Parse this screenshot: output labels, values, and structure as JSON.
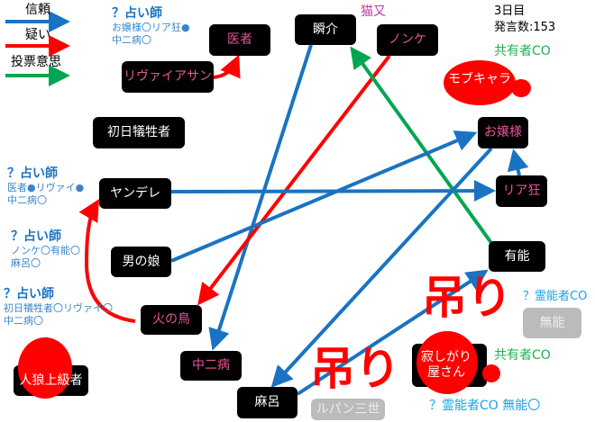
{
  "legend": {
    "trust": "信頼",
    "doubt": "疑い",
    "vote": "投票意思"
  },
  "colors": {
    "trust": "#1a73c2",
    "doubt": "#ff0000",
    "vote": "#00a651",
    "pink": "#e8549a"
  },
  "status": {
    "day": "3日目",
    "posts": "発言数:153"
  },
  "seers": [
    {
      "title": "？占い師",
      "lines": [
        "お嬢様〇リア狂●",
        "中二病〇"
      ]
    },
    {
      "title": "？占い師",
      "lines": [
        "医者●リヴァイ●",
        "中二病〇"
      ]
    },
    {
      "title": "？占い師",
      "lines": [
        "ノンケ〇有能〇",
        "麻呂〇"
      ]
    },
    {
      "title": "？占い師",
      "lines": [
        "初日犠牲者〇リヴァイ〇",
        "中二病〇"
      ]
    }
  ],
  "nodes": {
    "isha": "医者",
    "leviathan": "リヴァイアサン",
    "shunsuke": "瞬介",
    "nonke": "ノンケ",
    "mob": "モブキャラ",
    "first_victim": "初日犠牲者",
    "ojousama": "お嬢様",
    "yandere": "ヤンデレ",
    "riakyou": "リア狂",
    "otokonoko": "男の娘",
    "yuunou": "有能",
    "hinotori": "火の鳥",
    "chuunibyou": "中二病",
    "maro": "麻呂",
    "werewolf_pro": "人狼上級者",
    "sabishigari": "寂しがり屋さん",
    "munou": "無能",
    "lupin": "ルパン三世"
  },
  "labels": {
    "nekomata": "猫又",
    "sharer_co_1": "共有者CO",
    "medium_co_1": "？霊能者CO",
    "sharer_co_2": "共有者CO",
    "medium_co_2": "？霊能者CO 無能〇",
    "hang": "吊り"
  }
}
